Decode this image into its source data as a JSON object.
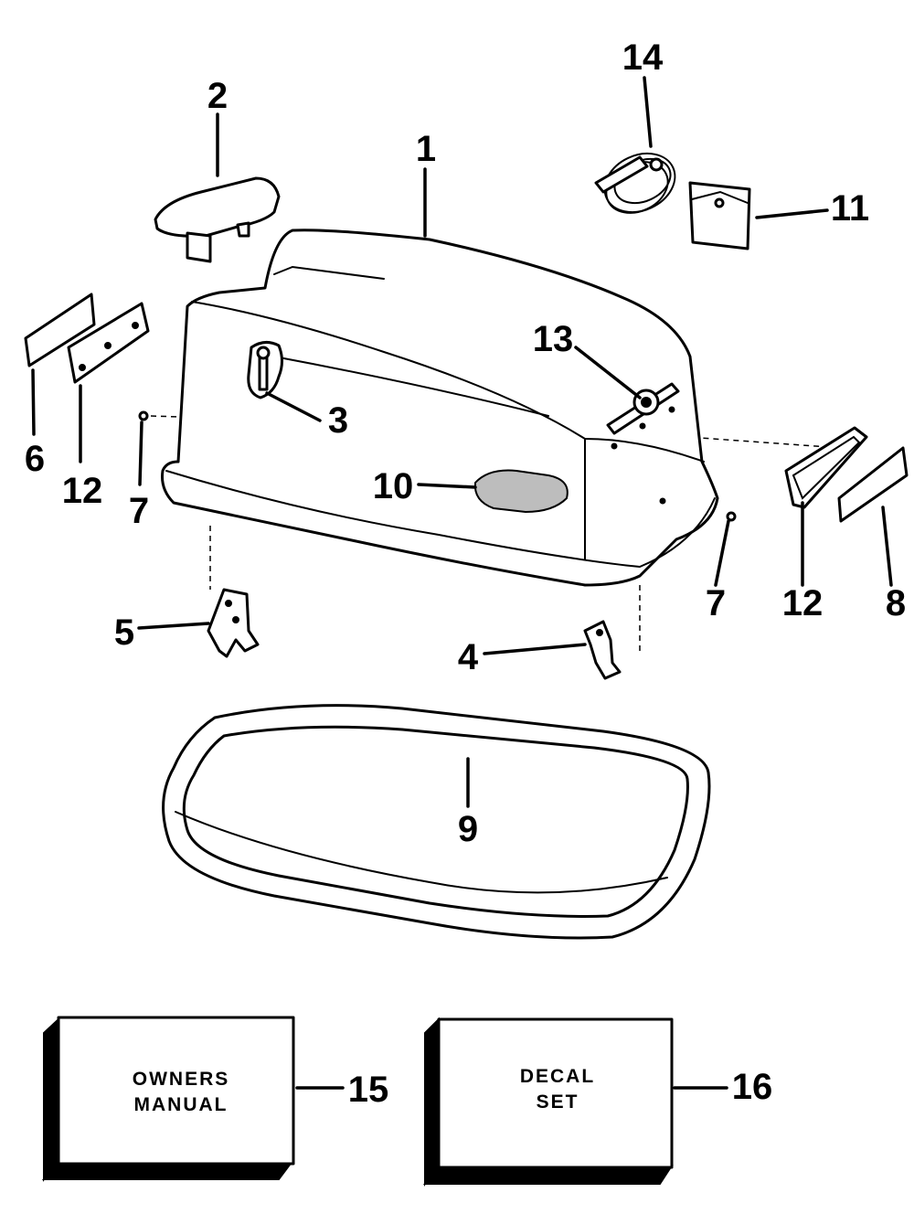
{
  "diagram": {
    "callouts": [
      "1",
      "2",
      "3",
      "4",
      "5",
      "6",
      "7",
      "7",
      "8",
      "9",
      "10",
      "11",
      "12",
      "12",
      "13",
      "14",
      "15",
      "16"
    ],
    "boxes": {
      "owners_manual": [
        "OWNERS",
        "MANUAL"
      ],
      "decal_set": [
        "DECAL",
        "SET"
      ]
    },
    "colors": {
      "ink": "#000000",
      "paper": "#ffffff"
    }
  }
}
